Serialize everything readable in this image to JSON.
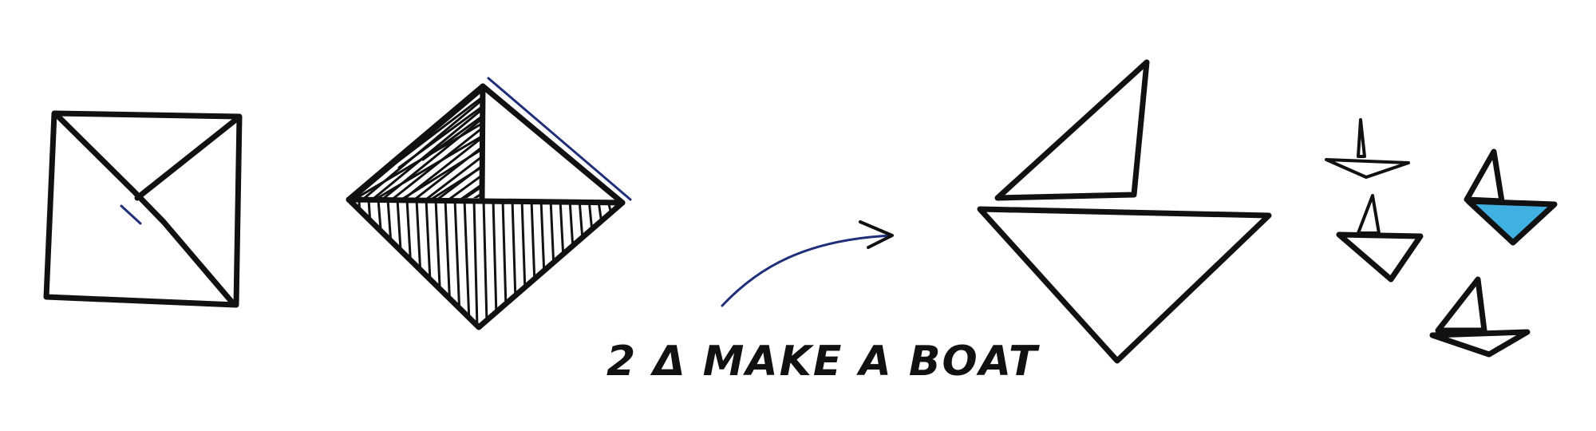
{
  "caption": {
    "text": "2 Δ MAKE A BOAT"
  },
  "colors": {
    "ink": "#111111",
    "pen_blue": "#1f2f7a",
    "water_fill": "#3fb0e0"
  },
  "steps": [
    {
      "name": "square-with-diagonals"
    },
    {
      "name": "diamond-shaded-triangles"
    },
    {
      "name": "curved-arrow"
    },
    {
      "name": "boat-sail-and-hull"
    },
    {
      "name": "small-boats-group"
    }
  ]
}
